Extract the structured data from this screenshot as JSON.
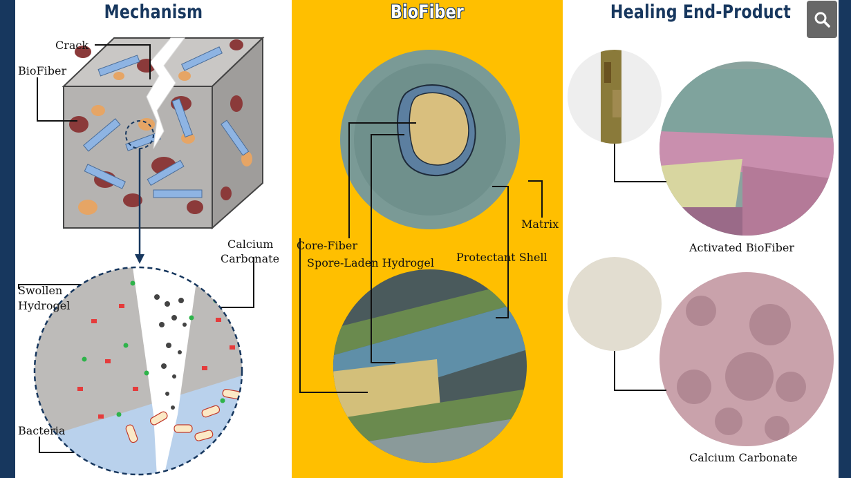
{
  "titles": {
    "mechanism": "Mechanism",
    "biofiber": "BioFiber",
    "healing": "Healing End-Product"
  },
  "mechanism": {
    "crack": "Crack",
    "biofiber": "BioFiber",
    "calcium_carbonate_line1": "Calcium",
    "calcium_carbonate_line2": "Carbonate",
    "swollen_hydrogel_line1": "Swollen",
    "swollen_hydrogel_line2": "Hydrogel",
    "bacteria": "Bacteria"
  },
  "biofiber": {
    "core_fiber": "Core-Fiber",
    "spore_laden_hydrogel": "Spore-Laden Hydrogel",
    "protectant_shell": "Protectant Shell",
    "matrix": "Matrix"
  },
  "healing": {
    "activated_biofiber": "Activated BioFiber",
    "calcium_carbonate": "Calcium Carbonate"
  },
  "icons": {
    "search": "search-icon"
  },
  "colors": {
    "navy": "#17375e",
    "biofiber_panel": "#ffbf00",
    "concrete": "#b8b6b4",
    "fiber": "#8eb4e3"
  }
}
